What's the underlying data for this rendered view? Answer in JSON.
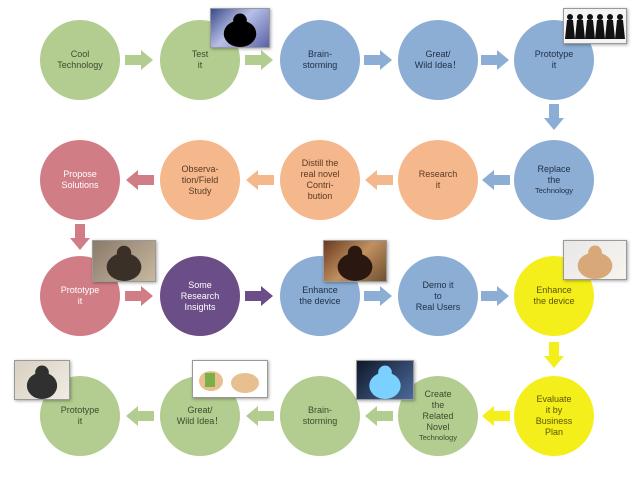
{
  "colors": {
    "green": "#b3cc8f",
    "blue": "#8cadd4",
    "salmon": "#f5b78c",
    "pink": "#d07d86",
    "purple": "#6b4e87",
    "yellow": "#f4ef1a"
  },
  "rows": [
    [
      {
        "label": "Cool\nTechnology",
        "color": "green"
      },
      {
        "label": "Test\nit",
        "color": "green"
      },
      {
        "label": "Brain-\nstorming",
        "color": "blue"
      },
      {
        "label": "Great/\nWild Idea！",
        "color": "blue"
      },
      {
        "label": "Prototype\nit",
        "color": "blue"
      }
    ],
    [
      {
        "label": "Propose\nSolutions",
        "color": "pink"
      },
      {
        "label": "Observa-\ntion/Field\nStudy",
        "color": "salmon"
      },
      {
        "label": "Distill the\nreal novel\nContri-\nbution",
        "color": "salmon"
      },
      {
        "label": "Research\nit",
        "color": "salmon"
      },
      {
        "label": "Replace\nthe",
        "sublabel": "Technology",
        "color": "blue"
      }
    ],
    [
      {
        "label": "Prototype\nit",
        "color": "pink"
      },
      {
        "label": "Some\nResearch\nInsights",
        "color": "purple"
      },
      {
        "label": "Enhance\nthe device",
        "color": "blue"
      },
      {
        "label": "Demo it\nto\nReal Users",
        "color": "blue"
      },
      {
        "label": "Enhance\nthe device",
        "color": "yellow"
      }
    ],
    [
      {
        "label": "Prototype\nit",
        "color": "green"
      },
      {
        "label": "Great/\nWild Idea！",
        "color": "green"
      },
      {
        "label": "Brain-\nstorming",
        "color": "green"
      },
      {
        "label": "Create\nthe\nRelated\nNovel",
        "sublabel": "Technology",
        "color": "green"
      },
      {
        "label": "Evaluate\nit by\nBusiness\nPlan",
        "color": "yellow"
      }
    ]
  ],
  "photos": [
    {
      "icon": "person-silhouette-photo"
    },
    {
      "icon": "dancers-silhouette-photo"
    },
    {
      "icon": "wrist-device-photo"
    },
    {
      "icon": "device-prototype-photo"
    },
    {
      "icon": "wrist-sensor-photo"
    },
    {
      "icon": "handheld-device-photo"
    },
    {
      "icon": "hands-sketch-photo"
    },
    {
      "icon": "glowing-device-photo"
    }
  ]
}
